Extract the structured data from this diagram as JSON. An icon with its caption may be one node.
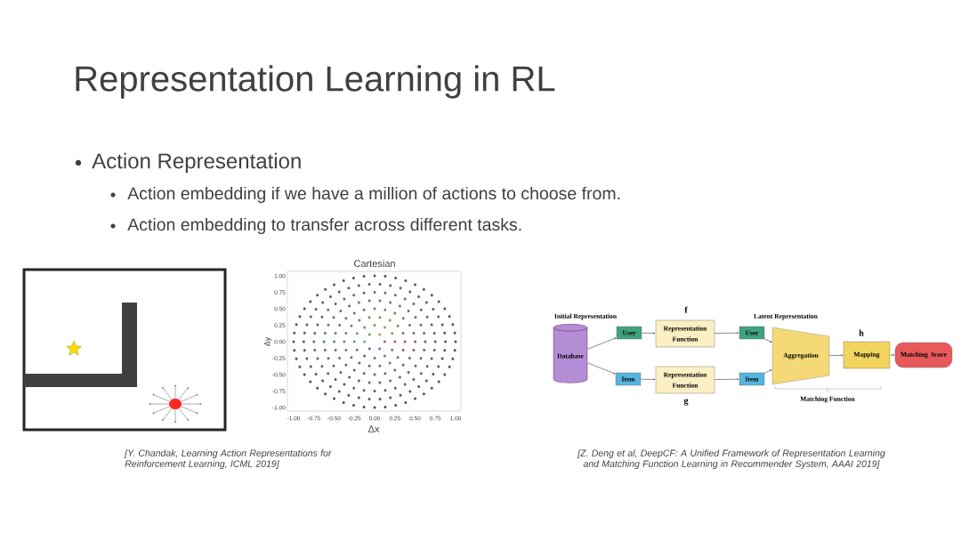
{
  "diagram": {
    "title": "Representation Learning in RL",
    "nodes": [
      {
        "text": [
          "Database"
        ]
      },
      {
        "text": [
          "User"
        ]
      },
      {
        "text": [
          "Item"
        ]
      },
      {
        "text": [
          "Representation Function"
        ],
        "beside": [
          "f"
        ]
      },
      {
        "text": [
          "Representation Function"
        ],
        "beside": [
          "g"
        ]
      },
      {
        "text": [
          "User"
        ]
      },
      {
        "text": [
          "Item"
        ]
      },
      {
        "text": [
          "Aggregation"
        ]
      },
      {
        "text": [
          "Mapping"
        ],
        "beside": [
          "h"
        ]
      },
      {
        "text": [
          "Matching Score"
        ]
      }
    ],
    "edges": [
      {
        "from": 0,
        "to": 1,
        "arrow": "to"
      },
      {
        "from": 0,
        "to": 2,
        "arrow": "to"
      },
      {
        "from": 1,
        "to": 3,
        "arrow": "to"
      },
      {
        "from": 2,
        "to": 4,
        "arrow": "to"
      },
      {
        "from": 3,
        "to": 5,
        "arrow": "to"
      },
      {
        "from": 4,
        "to": 6,
        "arrow": "to"
      },
      {
        "from": 5,
        "to": 7,
        "arrow": "to"
      },
      {
        "from": 6,
        "to": 7,
        "arrow": "to"
      },
      {
        "from": 7,
        "to": 8,
        "arrow": "to"
      },
      {
        "from": 8,
        "to": 9,
        "arrow": "to"
      }
    ],
    "labels": [
      "Action Representation",
      "Action embedding if we have a million of actions to choose from.",
      "Action embedding to transfer across different tasks.",
      "Cartesian",
      "1.00",
      "0.75",
      "0.50",
      "0.25",
      "0.00",
      "-0.25",
      "-0.50",
      "-0.75",
      "-1.00",
      "-1.00",
      "-0.75",
      "-0.50",
      "-0.25",
      "0.00",
      "0.25",
      "0.50",
      "0.75",
      "1.00",
      "Δy",
      "Δx",
      "Initial Representation",
      "Latent Representation",
      "Matching Function",
      "[Y. Chandak, Learning Action Representations for Reinforcement Learning, ICML 2019]",
      "[Z. Deng et al, DeepCF: A Unified Framework of Representation Learning and Matching Function Learning in Recommender System, AAAI 2019]"
    ]
  }
}
